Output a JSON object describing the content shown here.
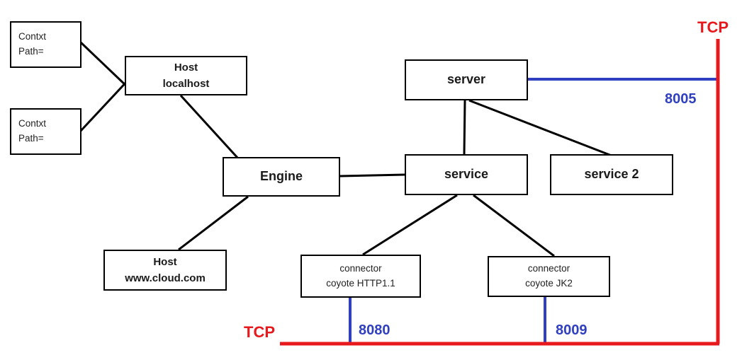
{
  "diagram": {
    "title_hint": "Tomcat server architecture diagram",
    "colors": {
      "line": "#000000",
      "tcp": "#e8191c",
      "port": "#2f3fbf"
    },
    "nodes": {
      "context1": {
        "line1": "Contxt",
        "line2": "Path="
      },
      "context2": {
        "line1": "Contxt",
        "line2": "Path="
      },
      "host_localhost": {
        "line1": "Host",
        "line2": "localhost"
      },
      "engine": {
        "label": "Engine"
      },
      "host_cloud": {
        "line1": "Host",
        "line2": "www.cloud.com"
      },
      "server": {
        "label": "server"
      },
      "service": {
        "label": "service"
      },
      "service2": {
        "label": "service 2"
      },
      "connector_http": {
        "line1": "connector",
        "line2": "coyote HTTP1.1"
      },
      "connector_jk2": {
        "line1": "connector",
        "line2": "coyote JK2"
      }
    },
    "labels": {
      "tcp_top": "TCP",
      "tcp_bottom": "TCP",
      "port_8005": "8005",
      "port_8080": "8080",
      "port_8009": "8009"
    }
  }
}
